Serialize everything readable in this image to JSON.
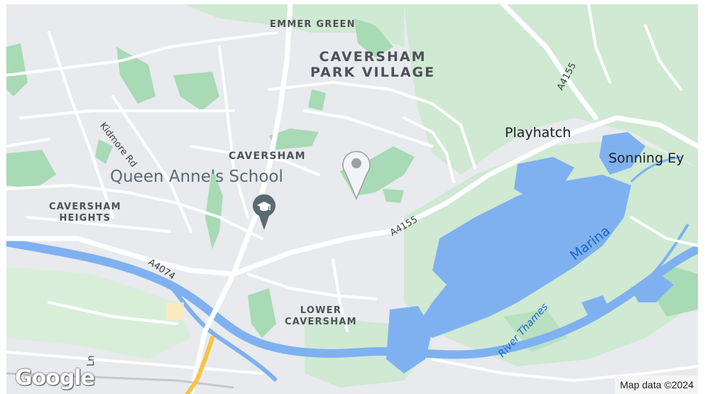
{
  "map": {
    "labels": {
      "emmer_green": "EMMER GREEN",
      "caversham_park_village": "CAVERSHAM\nPARK VILLAGE",
      "caversham": "CAVERSHAM",
      "caversham_heights": "CAVERSHAM\nHEIGHTS",
      "lower_caversham": "LOWER\nCAVERSHAM",
      "playhatch": "Playhatch",
      "sonning_eye": "Sonning Ey",
      "queen_annes_school": "Queen Anne's School",
      "kidmore_rd": "Kidmore Rd",
      "a4155_north": "A4155",
      "a4155_south": "A4155",
      "a4074": "A4074",
      "ln": "Ln",
      "marina": "Marina",
      "river_thames": "River Thames"
    },
    "icons": {
      "location_pin": "location-pin",
      "school_marker": "graduation-cap"
    },
    "colors": {
      "land": "#e8eaed",
      "greenspace": "#cfe9d2",
      "park": "#a8dab5",
      "water": "#7fb1f0",
      "road": "#ffffff",
      "major_road": "#f6c445"
    }
  },
  "logo": "Google",
  "attribution": "Map data ©2024"
}
